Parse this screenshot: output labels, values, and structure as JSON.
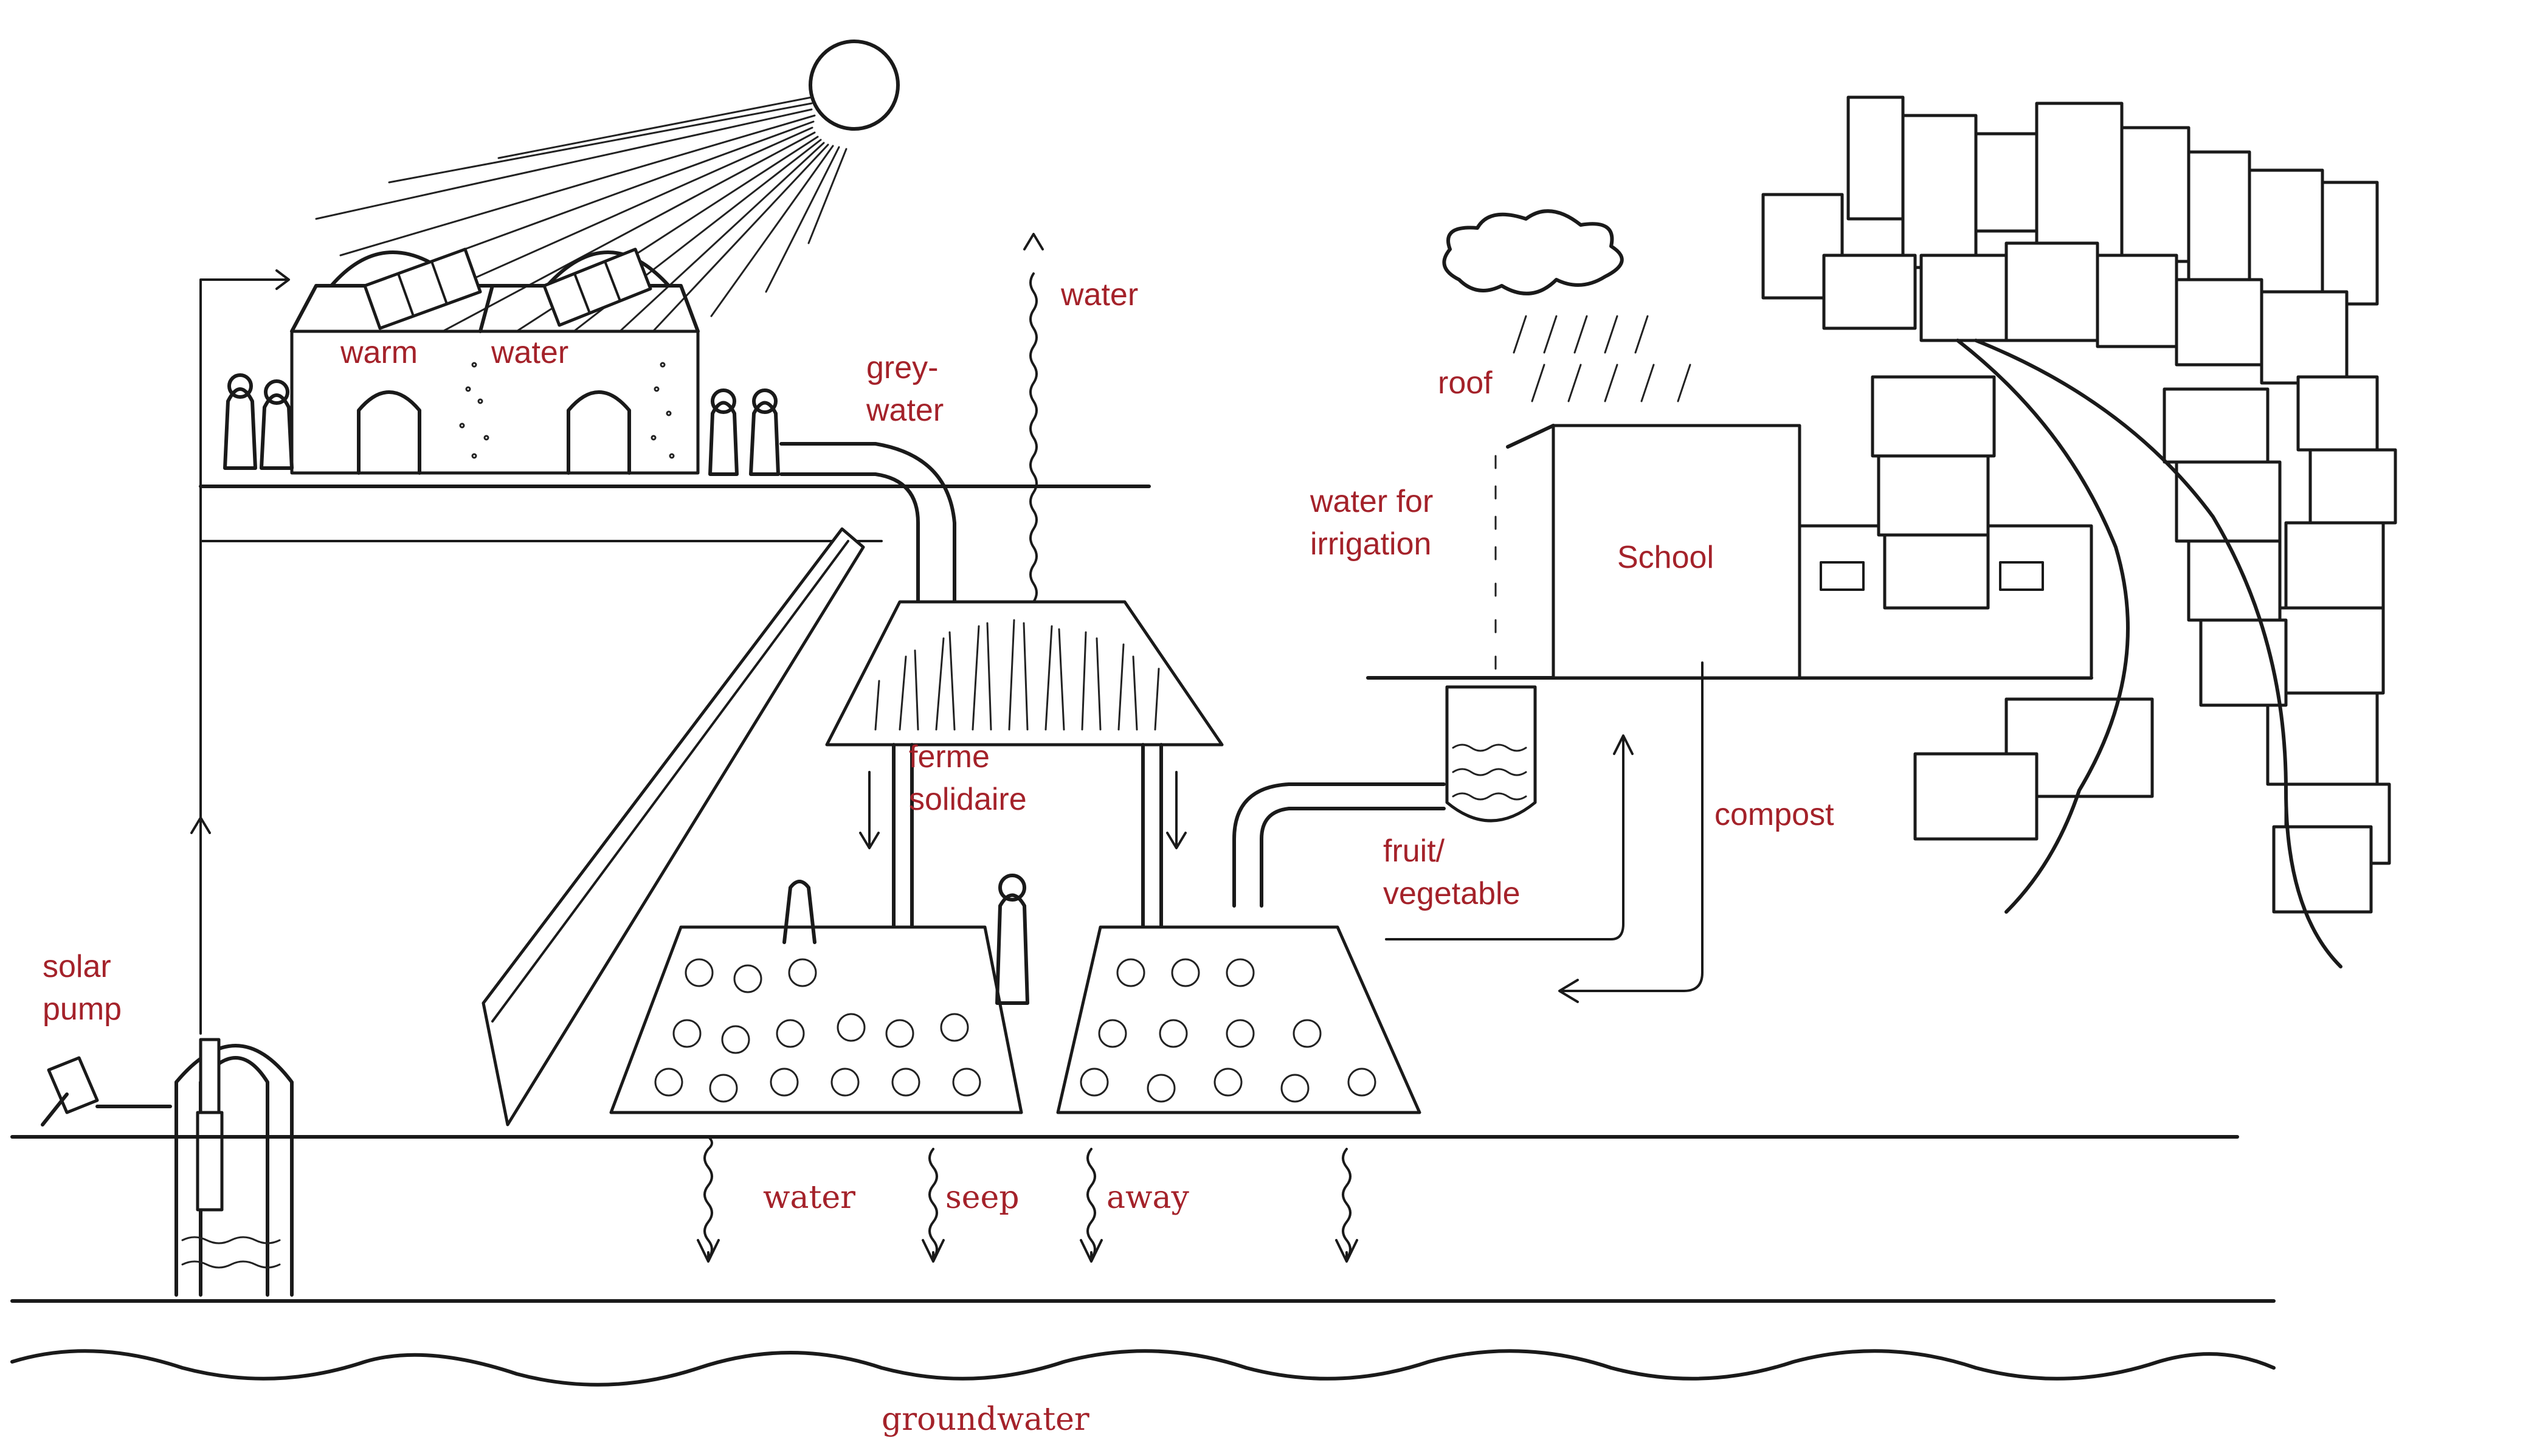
{
  "label_color": "#a4222a",
  "labels": {
    "warm": "warm",
    "water_house": "water",
    "grey_water": "grey-\nwater",
    "water_evap": "water",
    "roof": "roof",
    "water_for_irrigation": "water for\nirrigation",
    "school": "School",
    "ferme_solidaire": "ferme\nsolidaire",
    "compost": "compost",
    "fruit_vegetable": "fruit/\nvegetable",
    "solar_pump": "solar\npump",
    "water_seep": "water",
    "seep": "seep",
    "away": "away",
    "groundwater": "groundwater"
  },
  "icons": [
    "sun-icon",
    "cloud-icon",
    "solar-panel-icon",
    "person-icon",
    "city-icon",
    "tree-icon"
  ]
}
